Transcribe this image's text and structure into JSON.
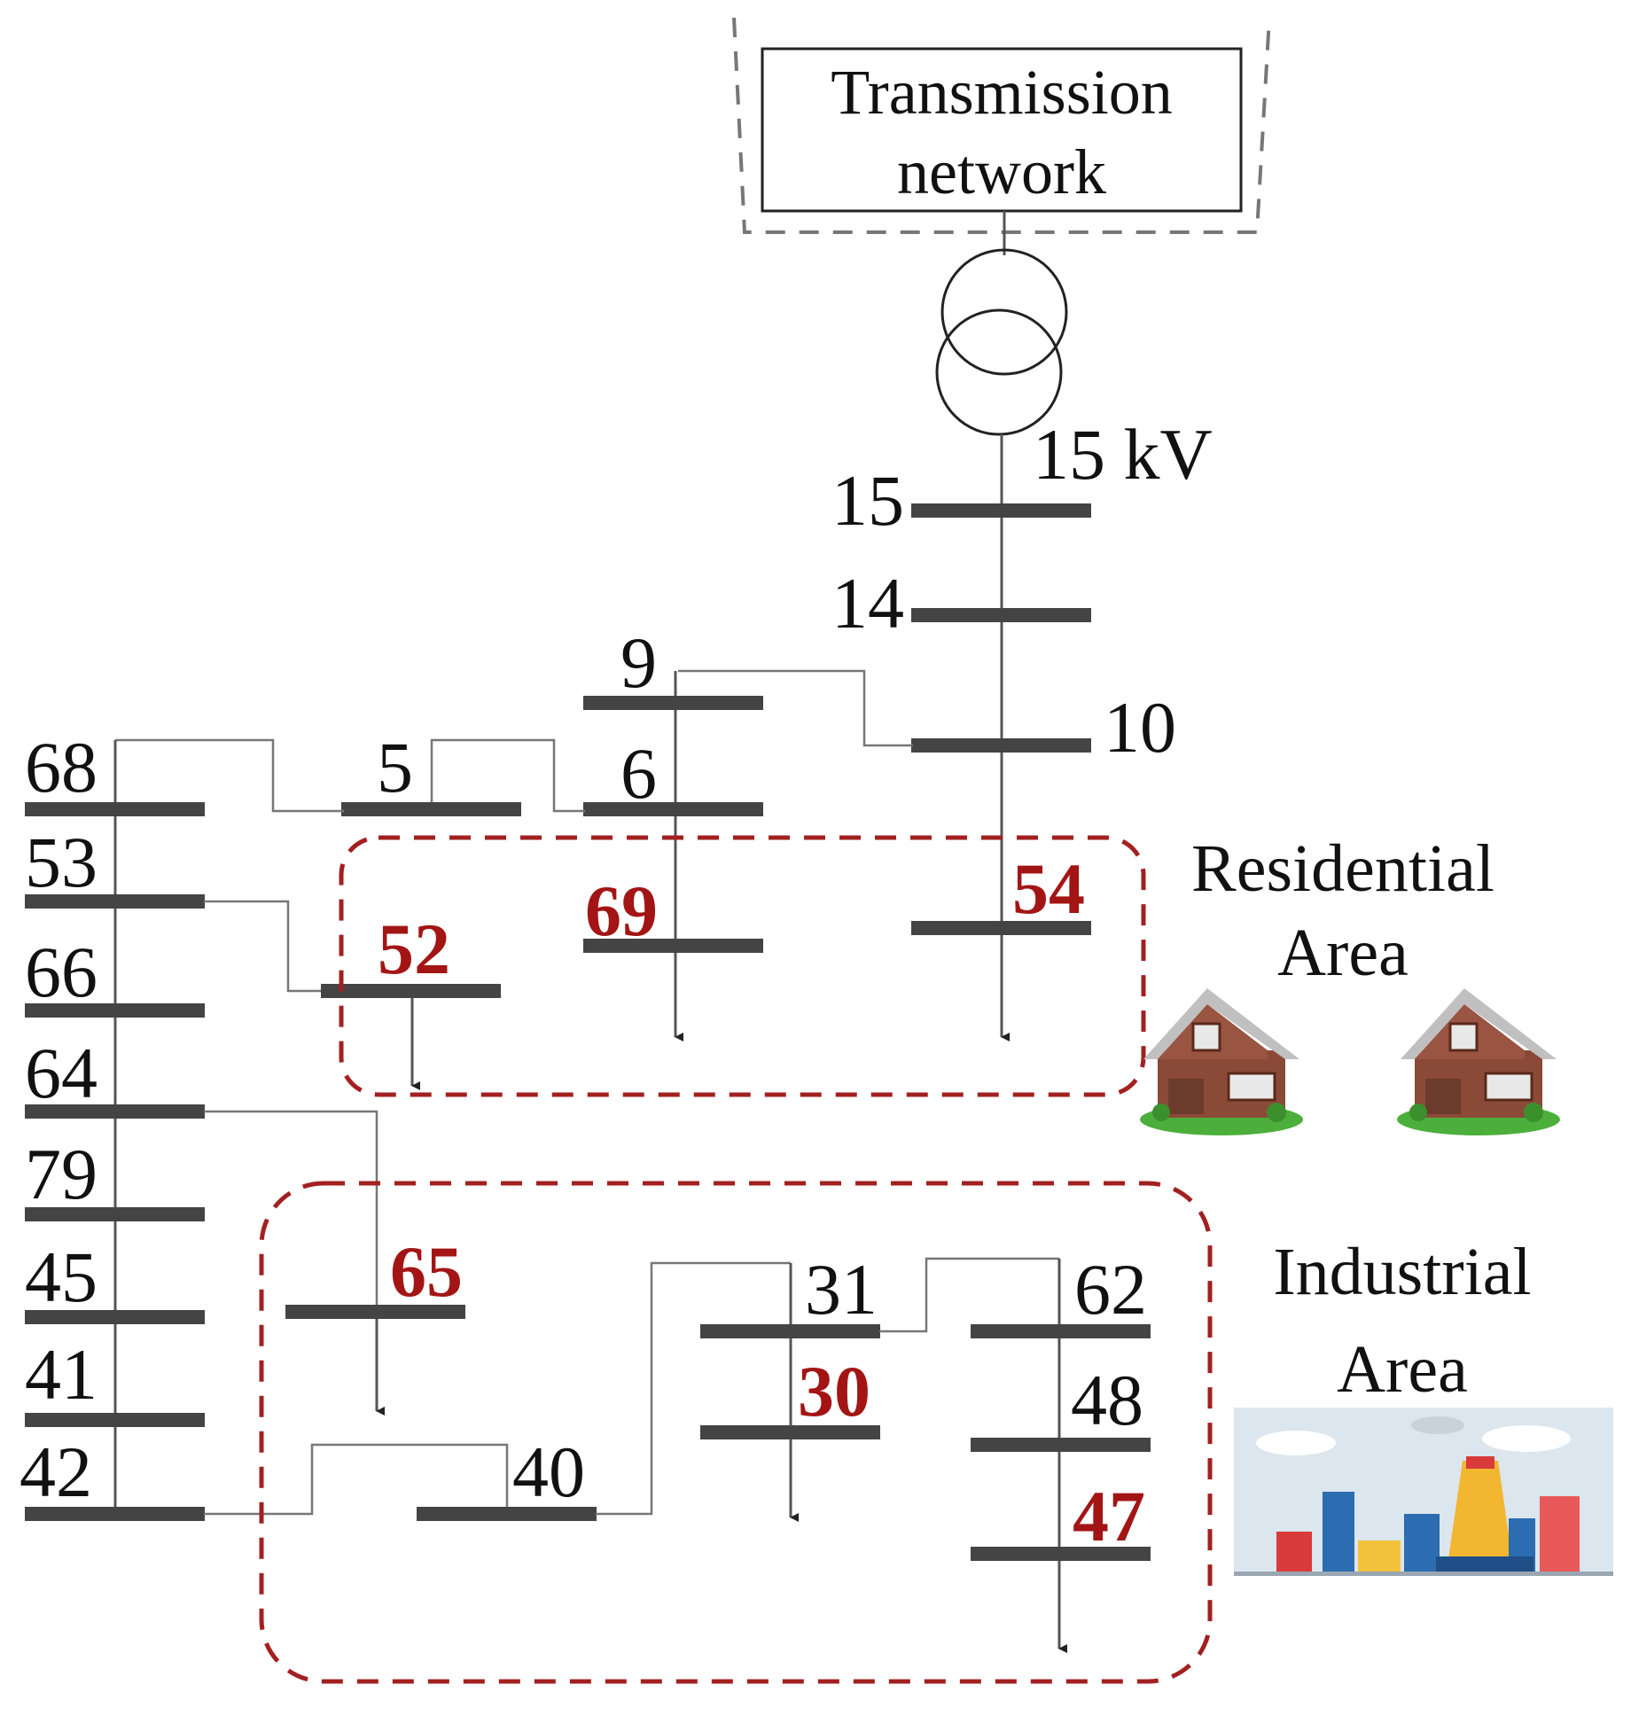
{
  "transmission": {
    "line1": "Transmission",
    "line2": "network"
  },
  "voltage": "15 kV",
  "buses": {
    "b15": "15",
    "b14": "14",
    "b10": "10",
    "b9": "9",
    "b6": "6",
    "b5": "5",
    "b68": "68",
    "b53": "53",
    "b66": "66",
    "b64": "64",
    "b79": "79",
    "b45": "45",
    "b41": "41",
    "b42": "42",
    "b40": "40",
    "b31": "31",
    "b62": "62",
    "b48": "48"
  },
  "highlighted_buses": {
    "b54": "54",
    "b69": "69",
    "b52": "52",
    "b65": "65",
    "b30": "30",
    "b47": "47"
  },
  "areas": {
    "residential": {
      "line1": "Residential",
      "line2": "Area"
    },
    "industrial": {
      "line1": "Industrial",
      "line2": "Area"
    }
  },
  "colors": {
    "highlight": "#a31515",
    "bus_bar": "#444444",
    "area_border": "#a32020",
    "transmission_border": "#777777"
  }
}
